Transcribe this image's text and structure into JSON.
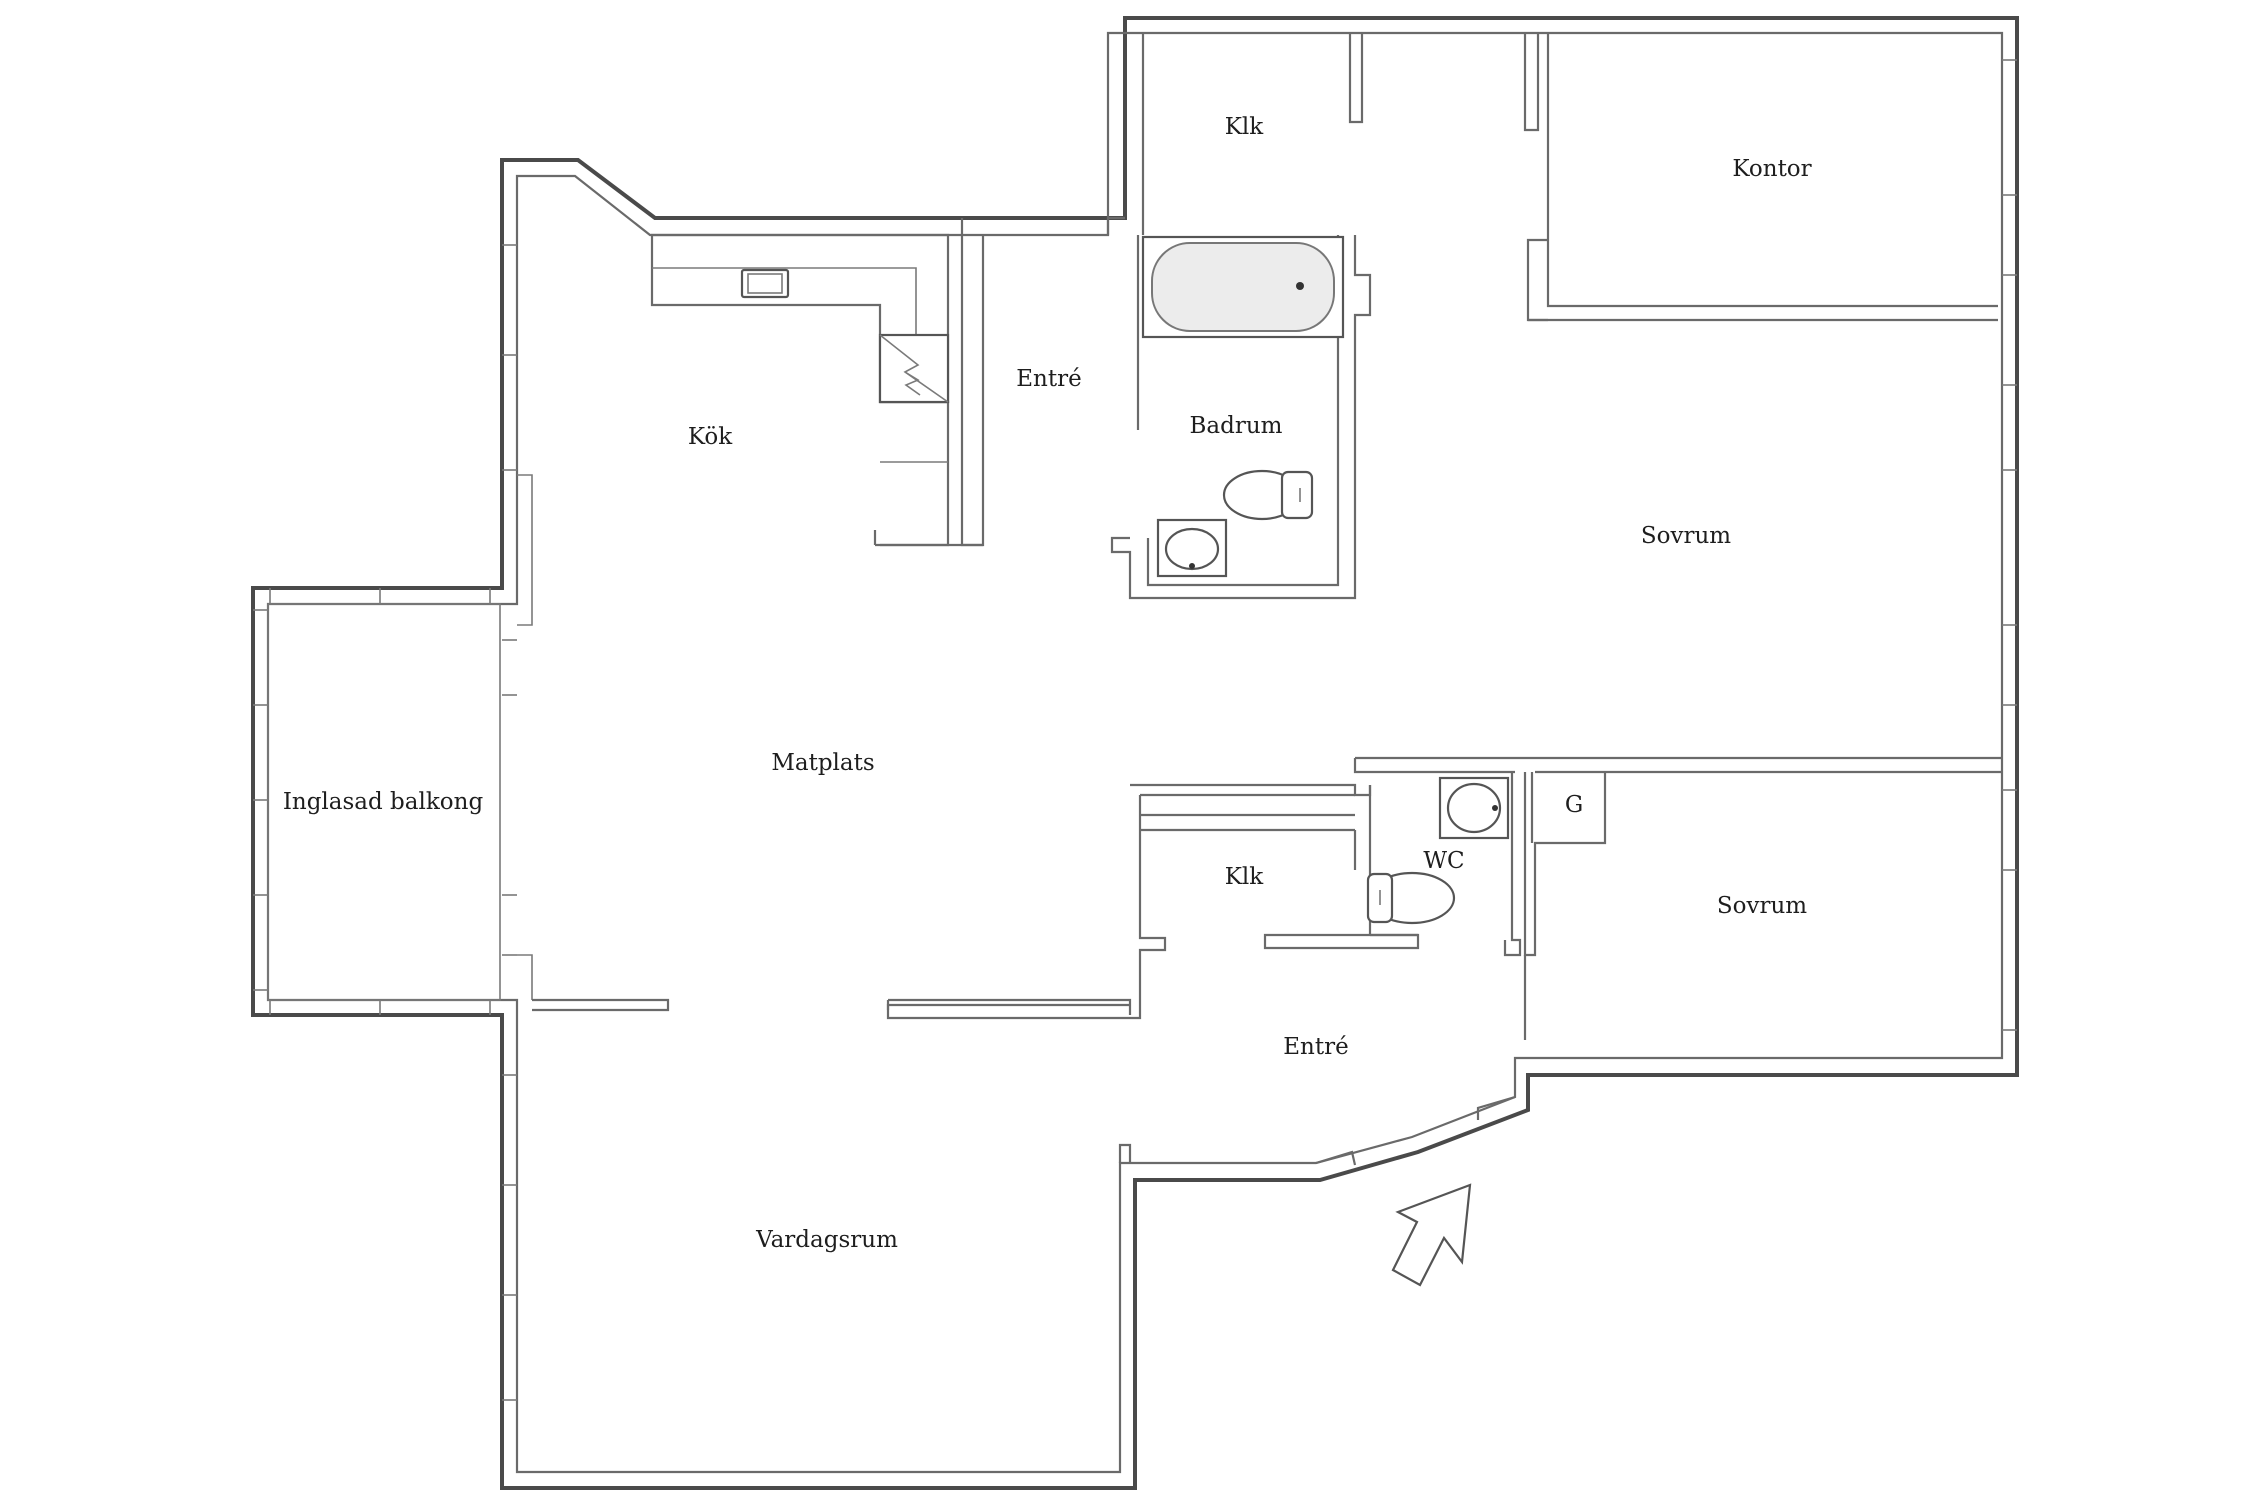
{
  "rooms": {
    "klk_top": "Klk",
    "kontor": "Kontor",
    "entre_top": "Entré",
    "kok": "Kök",
    "badrum": "Badrum",
    "sovrum_top": "Sovrum",
    "inglasad_balkong": "Inglasad balkong",
    "matplats": "Matplats",
    "g": "G",
    "klk_bottom": "Klk",
    "wc": "WC",
    "sovrum_bottom": "Sovrum",
    "entre_bottom": "Entré",
    "vardagsrum": "Vardagsrum"
  },
  "symbols": {
    "entrance": "entrance-arrow-icon",
    "bathtub": "bathtub-icon",
    "toilet": "toilet-icon",
    "sink": "sink-icon",
    "kitchen_sink": "kitchen-sink-icon",
    "chimney": "chimney-icon"
  }
}
